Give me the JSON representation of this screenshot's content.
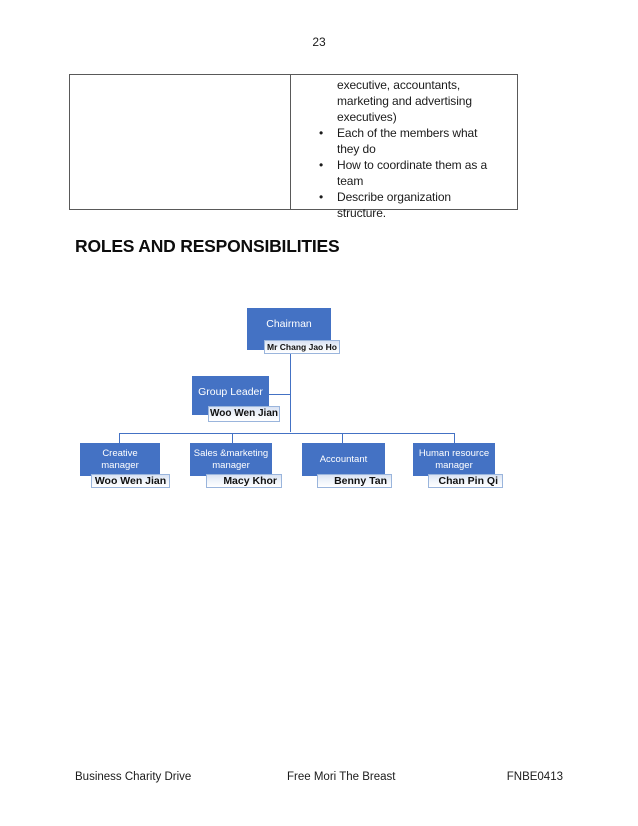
{
  "page": {
    "number": "23",
    "heading": "ROLES AND RESPONSIBILITIES"
  },
  "table": {
    "bullet_glyph": "•",
    "left_cell_text": "",
    "right_cell_items": [
      {
        "bullet": false,
        "lines": [
          "executive, accountants,",
          "marketing and advertising",
          "executives)"
        ]
      },
      {
        "bullet": true,
        "lines": [
          "Each of the members what",
          "they do"
        ]
      },
      {
        "bullet": true,
        "lines": [
          "How to coordinate them as a",
          "team"
        ]
      },
      {
        "bullet": true,
        "lines": [
          "Describe organization",
          "structure."
        ]
      }
    ]
  },
  "org_chart": {
    "chairman": {
      "title": "Chairman",
      "name": "Mr Chang Jao Ho"
    },
    "group_leader": {
      "title": "Group Leader",
      "name": "Woo Wen Jian"
    },
    "managers": [
      {
        "title_lines": [
          "Creative",
          "manager"
        ],
        "name": "Woo Wen Jian"
      },
      {
        "title_lines": [
          "Sales &marketing",
          "manager"
        ],
        "name": "Macy Khor"
      },
      {
        "title_lines": [
          "Accountant"
        ],
        "name": "Benny Tan"
      },
      {
        "title_lines": [
          "Human resource",
          "manager"
        ],
        "name": "Chan Pin Qi"
      }
    ],
    "colors": {
      "box_fill": "#4472c4",
      "box_text": "#ffffff",
      "connector_line": "#4472c4",
      "name_box_border": "#9ab5dc",
      "name_box_tint": "#d9e2f3"
    }
  },
  "footer": {
    "left": "Business Charity Drive",
    "center": "Free Mori The Breast",
    "right": "FNBE0413"
  }
}
